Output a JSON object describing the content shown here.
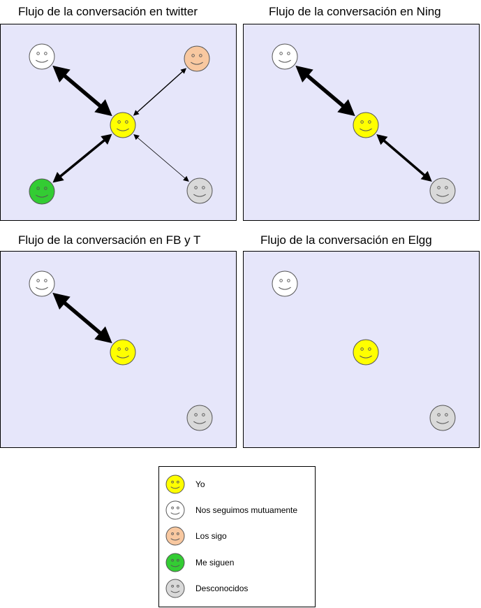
{
  "colors": {
    "panel_bg": "#e6e6fa",
    "yo": "#ffff00",
    "mutual": "#ffffff",
    "los_sigo": "#f8c8a0",
    "me_siguen": "#33cc33",
    "desconocidos": "#d9d9d9"
  },
  "panels": [
    {
      "title": "Flujo de la conversación en twitter",
      "nodes": [
        {
          "role": "mutual"
        },
        {
          "role": "los_sigo"
        },
        {
          "role": "yo"
        },
        {
          "role": "me_siguen"
        },
        {
          "role": "desconocidos"
        }
      ],
      "edges": [
        {
          "from": "yo",
          "to": "mutual",
          "weight": "thick"
        },
        {
          "from": "yo",
          "to": "me_siguen",
          "weight": "medium"
        },
        {
          "from": "yo",
          "to": "los_sigo",
          "weight": "thin"
        },
        {
          "from": "yo",
          "to": "desconocidos",
          "weight": "hairline"
        }
      ]
    },
    {
      "title": "Flujo de la conversación en Ning",
      "nodes": [
        {
          "role": "mutual"
        },
        {
          "role": "yo"
        },
        {
          "role": "desconocidos"
        }
      ],
      "edges": [
        {
          "from": "yo",
          "to": "mutual",
          "weight": "thick"
        },
        {
          "from": "yo",
          "to": "desconocidos",
          "weight": "medium"
        }
      ]
    },
    {
      "title": "Flujo de la conversación en FB y T",
      "nodes": [
        {
          "role": "mutual"
        },
        {
          "role": "yo"
        },
        {
          "role": "desconocidos"
        }
      ],
      "edges": [
        {
          "from": "yo",
          "to": "mutual",
          "weight": "thick"
        }
      ]
    },
    {
      "title": "Flujo de la conversación en Elgg",
      "nodes": [
        {
          "role": "mutual"
        },
        {
          "role": "yo"
        },
        {
          "role": "desconocidos"
        }
      ],
      "edges": []
    }
  ],
  "legend": [
    {
      "role": "yo",
      "label": "Yo"
    },
    {
      "role": "mutual",
      "label": "Nos seguimos mutuamente"
    },
    {
      "role": "los_sigo",
      "label": "Los sigo"
    },
    {
      "role": "me_siguen",
      "label": "Me siguen"
    },
    {
      "role": "desconocidos",
      "label": "Desconocidos"
    }
  ]
}
